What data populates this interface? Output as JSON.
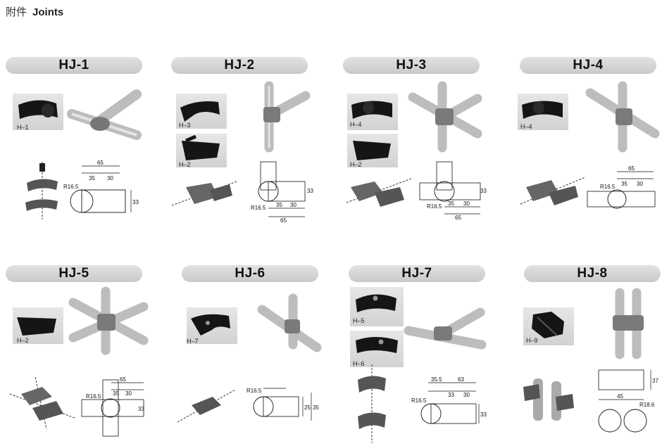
{
  "title": {
    "cn": "附件",
    "en": "Joints"
  },
  "sections": [
    {
      "header": "HJ-1",
      "parts": [
        "H–1"
      ],
      "dims": [
        "65",
        "35",
        "30",
        "R16.5",
        "33"
      ]
    },
    {
      "header": "HJ-2",
      "parts": [
        "H–3",
        "H–2"
      ],
      "dims": [
        "R16.5",
        "35",
        "30",
        "65",
        "33"
      ]
    },
    {
      "header": "HJ-3",
      "parts": [
        "H–4",
        "H–2"
      ],
      "dims": [
        "R16.5",
        "35",
        "30",
        "65",
        "33"
      ]
    },
    {
      "header": "HJ-4",
      "parts": [
        "H–4"
      ],
      "dims": [
        "65",
        "35",
        "30",
        "R16.5"
      ]
    },
    {
      "header": "HJ-5",
      "parts": [
        "H–2"
      ],
      "dims": [
        "65",
        "35",
        "30",
        "R16.5",
        "33"
      ]
    },
    {
      "header": "HJ-6",
      "parts": [
        "H–7"
      ],
      "dims": [
        "R16.5",
        "25",
        "35"
      ]
    },
    {
      "header": "HJ-7",
      "parts": [
        "H–5",
        "H–6"
      ],
      "dims": [
        "35.5",
        "63",
        "33",
        "30",
        "R16.5",
        "33"
      ]
    },
    {
      "header": "HJ-8",
      "parts": [
        "H–9"
      ],
      "dims": [
        "37",
        "45",
        "R18.6"
      ]
    }
  ],
  "colors": {
    "header_bg": "#d3d3d3",
    "photo_bg": "#dcdcdc",
    "part_black": "#151515",
    "pipe_gray": "#bdbdbd"
  }
}
